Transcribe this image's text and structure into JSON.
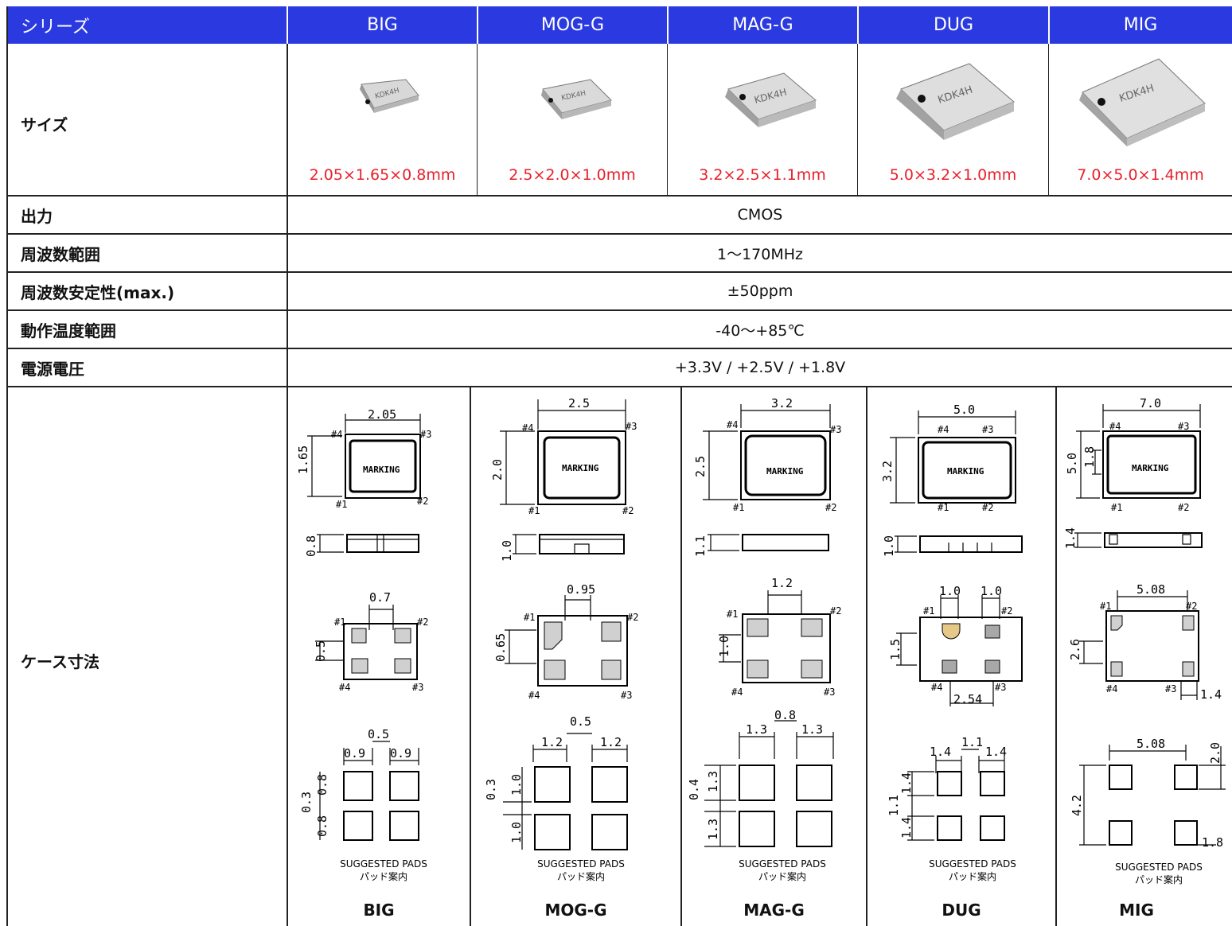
{
  "header": {
    "series_label": "シリーズ",
    "columns": [
      "BIG",
      "MOG-G",
      "MAG-G",
      "DUG",
      "MIG"
    ]
  },
  "rows": {
    "size_label": "サイズ",
    "chip_marking": "KDK4H",
    "sizes": [
      "2.05×1.65×0.8mm",
      "2.5×2.0×1.0mm",
      "3.2×2.5×1.1mm",
      "5.0×3.2×1.0mm",
      "7.0×5.0×1.4mm"
    ],
    "output_label": "出力",
    "output_value": "CMOS",
    "freq_range_label": "周波数範囲",
    "freq_range_value": "1～170MHz",
    "freq_stability_label": "周波数安定性(max.)",
    "freq_stability_value": "±50ppm",
    "temp_range_label": "動作温度範囲",
    "temp_range_value": "-40～+85℃",
    "supply_voltage_label": "電源電圧",
    "supply_voltage_value": "+3.3V / +2.5V / +1.8V",
    "case_dim_label": "ケース寸法"
  },
  "drawing": {
    "marking": "MARKING",
    "pads_en": "SUGGESTED PADS",
    "pads_jp": "パッド案内",
    "pins": [
      "#1",
      "#2",
      "#3",
      "#4"
    ],
    "BIG": {
      "top_w": "2.05",
      "top_h": "1.65",
      "side_h": "0.8",
      "pad_x": "0.7",
      "pad_y": "0.5",
      "sp_gap": "0.5",
      "sp_w1": "0.9",
      "sp_w2": "0.9",
      "sp_g": "0.3",
      "sp_h1": "0.8",
      "sp_h2": "0.8"
    },
    "MOG-G": {
      "top_w": "2.5",
      "top_h": "2.0",
      "side_h": "1.0",
      "pad_x": "0.95",
      "pad_y": "0.65",
      "sp_gap": "0.5",
      "sp_w1": "1.2",
      "sp_w2": "1.2",
      "sp_g": "0.3",
      "sp_h1": "1.0",
      "sp_h2": "1.0"
    },
    "MAG-G": {
      "top_w": "3.2",
      "top_h": "2.5",
      "side_h": "1.1",
      "pad_x": "1.2",
      "pad_y": "1.0",
      "sp_gap": "0.8",
      "sp_w1": "1.3",
      "sp_w2": "1.3",
      "sp_g": "0.4",
      "sp_h1": "1.3",
      "sp_h2": "1.3"
    },
    "DUG": {
      "top_w": "5.0",
      "top_h": "3.2",
      "side_h": "1.0",
      "pad_x1": "1.0",
      "pad_x2": "1.0",
      "pad_y": "1.5",
      "pad_pitch": "2.54",
      "sp_gap": "1.1",
      "sp_w1": "1.4",
      "sp_w2": "1.4",
      "sp_h1": "1.4",
      "sp_g": "1.1",
      "sp_h2": "1.4"
    },
    "MIG": {
      "top_w": "7.0",
      "top_h": "5.0",
      "top_h2": "1.8",
      "side_h": "1.4",
      "pad_pitch": "5.08",
      "pad_y": "2.6",
      "pad_w": "1.4",
      "sp_pitch": "5.08",
      "sp_w": "2.0",
      "sp_h": "4.2",
      "sp_s": "1.8"
    }
  }
}
